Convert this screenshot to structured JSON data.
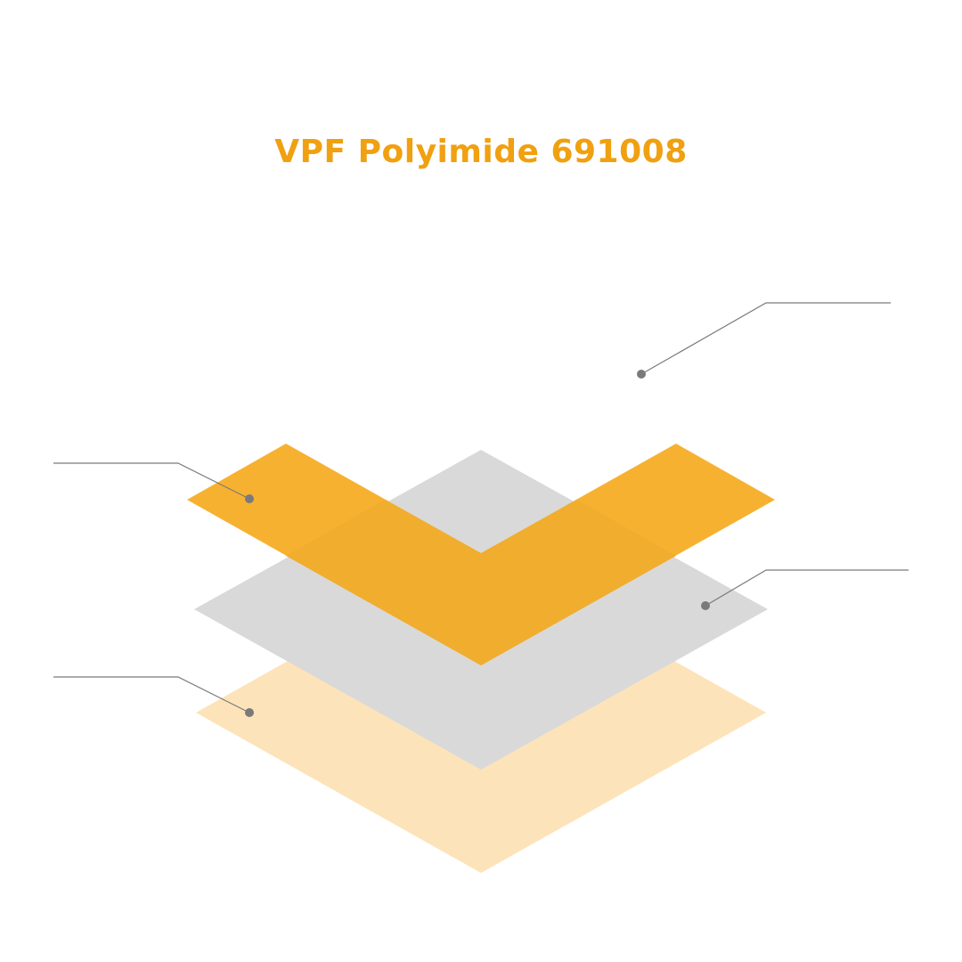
{
  "title": "VPF Polyimide 691008",
  "colors": {
    "title": "#f0a010",
    "top_layer": "#f7b130",
    "middle_layer": "#d9d9d9",
    "bottom_layer": "#fde3b9",
    "overlap": "#f1ad2e",
    "leader_line": "#7a7a7a",
    "leader_dot": "#7a7a7a"
  },
  "layers": [
    {
      "id": "top",
      "shape": "chevron"
    },
    {
      "id": "middle",
      "shape": "diamond"
    },
    {
      "id": "bottom",
      "shape": "diamond"
    }
  ],
  "callouts": [
    {
      "target": "top-layer",
      "side": "left",
      "label": ""
    },
    {
      "target": "bottom-layer",
      "side": "left",
      "label": ""
    },
    {
      "target": "above-stack",
      "side": "right",
      "label": ""
    },
    {
      "target": "middle-layer",
      "side": "right",
      "label": ""
    }
  ]
}
